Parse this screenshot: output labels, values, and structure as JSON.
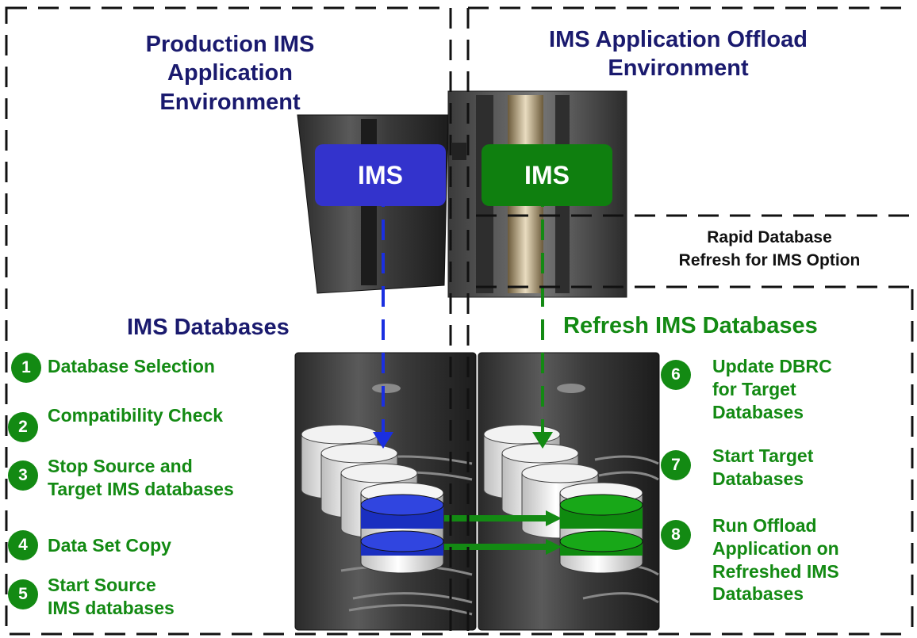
{
  "left_env": {
    "title_line1": "Production IMS",
    "title_line2": "Application Environment",
    "ims_label": "IMS",
    "db_title": "IMS Databases"
  },
  "right_env": {
    "title_line1": "IMS Application Offload",
    "title_line2": "Environment",
    "ims_label": "IMS",
    "db_title": "Refresh IMS Databases"
  },
  "option": {
    "line1": "Rapid Database",
    "line2": "Refresh for IMS Option"
  },
  "left_steps": [
    {
      "num": "1",
      "line1": "Database Selection",
      "line2": ""
    },
    {
      "num": "2",
      "line1": "Compatibility Check",
      "line2": ""
    },
    {
      "num": "3",
      "line1": "Stop Source and",
      "line2": "Target IMS databases"
    },
    {
      "num": "4",
      "line1": "Data Set Copy",
      "line2": ""
    },
    {
      "num": "5",
      "line1": "Start Source",
      "line2": "IMS databases"
    }
  ],
  "right_steps": [
    {
      "num": "6",
      "line1": "Update DBRC",
      "line2": "for Target",
      "line3": "Databases",
      "line4": ""
    },
    {
      "num": "7",
      "line1": "Start Target",
      "line2": "Databases",
      "line3": "",
      "line4": ""
    },
    {
      "num": "8",
      "line1": "Run Offload",
      "line2": "Application on",
      "line3": "Refreshed IMS",
      "line4": "Databases"
    }
  ],
  "colors": {
    "navy": "#1a1a6e",
    "green": "#138a13",
    "ims_blue": "#3333cc",
    "ims_green": "#0f7f0f",
    "db_blue": "#1a2fc0"
  }
}
